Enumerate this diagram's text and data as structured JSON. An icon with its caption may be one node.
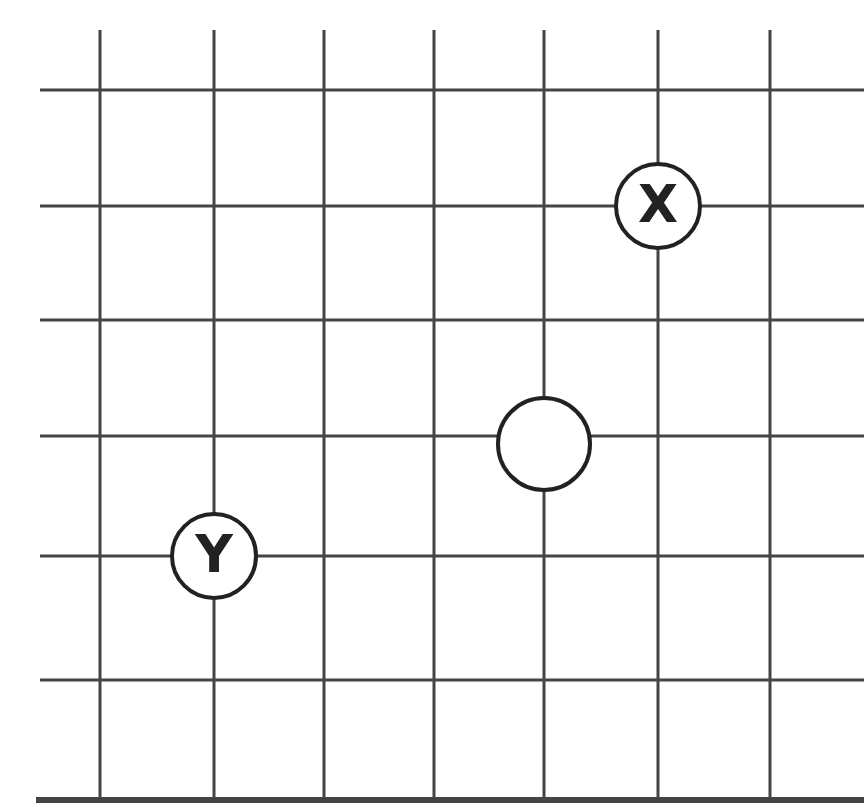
{
  "diagram": {
    "nodes": [
      {
        "text": [
          "X"
        ]
      },
      {
        "text": [],
        "shape": "circle"
      },
      {
        "text": [
          "Y"
        ]
      }
    ]
  }
}
